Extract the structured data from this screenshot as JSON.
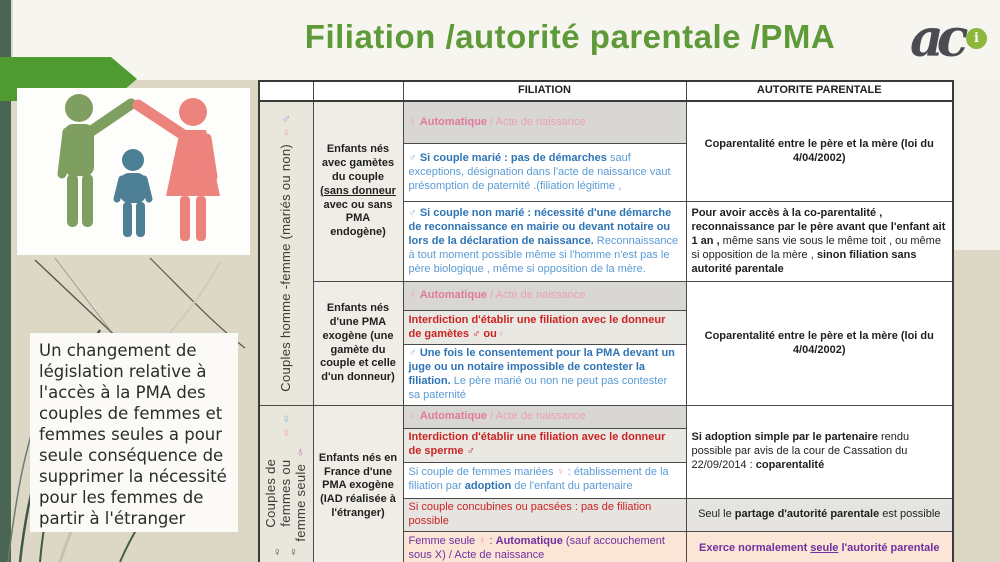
{
  "slide": {
    "title": "Filiation /autorité parentale /PMA",
    "logo": {
      "text": "ac",
      "info": "i"
    }
  },
  "palette": {
    "background": "#ddd8c6",
    "accent_green": "#5e9a38",
    "arrow_green": "#4f9b31",
    "dark_green_bar": "#4a6553",
    "pink": "#e2789e",
    "blue": "#2e74b5",
    "light_blue": "#5b9bd5",
    "red": "#cc2424",
    "purple": "#7030a0",
    "peach_bg": "#fbe5d6",
    "gray_bg": "#d8d7d3",
    "man_icon": "#7f9f60",
    "child_icon": "#4d7f95",
    "woman_icon": "#ec837d"
  },
  "sidebar": {
    "note": "Un changement  de législation relative à l'accès à la PMA des couples de femmes et femmes seules a pour seule conséquence de supprimer la nécessité pour les femmes de partir à l'étranger"
  },
  "table": {
    "headers": {
      "filiation": "FILIATION",
      "autorite": "AUTORITE PARENTALE"
    },
    "groups": {
      "g1": {
        "symbols": [
          {
            "t": "♂",
            "c": "sym-m"
          },
          {
            "t": "♀",
            "c": "sym-f"
          }
        ],
        "label": [
          {
            "t": "Couples homme -femme (mariés ou non)",
            "c": "gdark"
          }
        ]
      },
      "g2": {
        "symbols": [
          {
            "t": "♀",
            "c": "sym-mb"
          },
          {
            "t": "♀",
            "c": "sym-f"
          }
        ],
        "label": [
          {
            "t": "Couples de femmes ou femme seule ",
            "c": "gdark"
          },
          {
            "t": "♀",
            "c": "sym-p"
          }
        ],
        "bottom_symbols": "♀ ♀"
      }
    },
    "labels": {
      "l1": [
        {
          "t": "Enfants nés avec gamètes du couple ",
          "c": "b black"
        },
        {
          "t": "(sans donneur",
          "c": "b u black"
        },
        {
          "t": " avec ou sans PMA endogène)",
          "c": "b black"
        }
      ],
      "l2": [
        {
          "t": "Enfants nés d'une PMA exogène (une gamète du couple et celle d'un donneur)",
          "c": "b black"
        }
      ],
      "l3": [
        {
          "t": "Enfants nés en France d'une PMA exogène (IAD réalisée à l'étranger)",
          "c": "b black"
        }
      ]
    },
    "filiation": {
      "auto": [
        {
          "t": "♀  ",
          "c": "sym-f"
        },
        {
          "t": "Automatique",
          "c": "b pink"
        },
        {
          "t": " / Acte de naissance",
          "c": "pink-l"
        }
      ],
      "r2": [
        {
          "t": "♂ ",
          "c": "sym-m"
        },
        {
          "t": "Si couple marié :  pas de démarches ",
          "c": "b blue"
        },
        {
          "t": " sauf exceptions, désignation dans l'acte de naissance vaut présomption de paternité .(filiation légitime ,",
          "c": "blue-l"
        }
      ],
      "r3": [
        {
          "t": "♂  ",
          "c": "sym-m"
        },
        {
          "t": "Si couple non marié :  nécessité d'une démarche de reconnaissance en mairie ou devant notaire ou lors de la déclaration de naissance.",
          "c": "b blue"
        },
        {
          "t": "  Reconnaissance à tout moment possible même si l'homme n'est pas le père biologique , même si opposition de la mère.",
          "c": "blue-l"
        }
      ],
      "r5": [
        {
          "t": "Interdiction d'établir une filiation avec le donneur  de gamètes ♂  ou",
          "c": "b red"
        },
        {
          "t": "♀",
          "c": "b sym-f"
        }
      ],
      "r6": [
        {
          "t": "♂  ",
          "c": "sym-m"
        },
        {
          "t": "Une fois le consentement pour la PMA devant un juge ou un notaire impossible de contester la filiation.",
          "c": "b blue"
        },
        {
          "t": " Le père marié ou non  ne peut pas contester sa paternité",
          "c": "blue-l"
        }
      ],
      "r8": [
        {
          "t": "Interdiction d'établir une filiation avec le donneur  de sperme ♂",
          "c": "b red"
        }
      ],
      "r9": [
        {
          "t": "Si couple de femmes mariées ",
          "c": "blue-l"
        },
        {
          "t": "♀",
          "c": "sym-f"
        },
        {
          "t": " : établissement de la filiation par ",
          "c": "blue-l"
        },
        {
          "t": "adoption",
          "c": "b blue"
        },
        {
          "t": " de l'enfant du partenaire",
          "c": "blue-l"
        }
      ],
      "r10": [
        {
          "t": "Si couple concubines ou pacsées : pas de filiation possible",
          "c": "red"
        }
      ],
      "r11": [
        {
          "t": "Femme seule ",
          "c": "purple"
        },
        {
          "t": "♀",
          "c": "sym-f"
        },
        {
          "t": " : ",
          "c": "purple"
        },
        {
          "t": "Automatique",
          "c": "b purple"
        },
        {
          "t": " (sauf accouchement sous X) / Acte de naissance",
          "c": "purple"
        }
      ]
    },
    "autorite": {
      "coparentalite": [
        {
          "t": "Coparentalité entre le père et la mère (loi du 4/04/2002)",
          "c": "b black"
        }
      ],
      "a2": [
        {
          "t": "Pour avoir accès à la co-parentalité , reconnaissance par le père avant que l'enfant ait   1 an ,",
          "c": "b black"
        },
        {
          "t": " même sans vie sous le même toit , ou  même si opposition de la mère , ",
          "c": "black"
        },
        {
          "t": "sinon filiation sans autorité parentale",
          "c": "b black"
        }
      ],
      "a4": [
        {
          "t": "Si adoption simple par le partenaire ",
          "c": "b black"
        },
        {
          "t": "rendu possible par avis de la cour de Cassation du 22/09/2014 : ",
          "c": "black"
        },
        {
          "t": "coparentalité",
          "c": "b black"
        }
      ],
      "a5": [
        {
          "t": "Seul le ",
          "c": "black"
        },
        {
          "t": "partage d'autorité parentale",
          "c": "b black"
        },
        {
          "t": " est possible",
          "c": "black"
        }
      ],
      "a6": [
        {
          "t": "Exerce normalement ",
          "c": "b purple"
        },
        {
          "t": "seule",
          "c": "b u purple"
        },
        {
          "t": " l'autorité parentale",
          "c": "b purple"
        }
      ]
    }
  }
}
